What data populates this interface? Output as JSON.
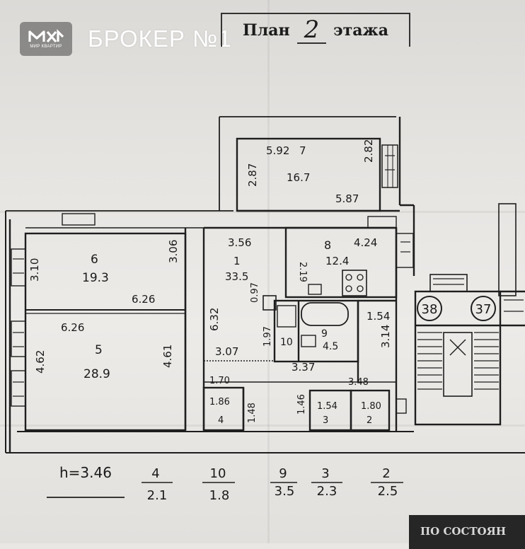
{
  "watermark": {
    "logo_text": "МИР КВАРТИР",
    "brand": "БРОКЕР №1"
  },
  "title": {
    "prefix": "План",
    "floor": "2",
    "suffix": "этажа"
  },
  "labels": {
    "r7_len": "5.92",
    "r7_num": "7",
    "r7_left": "2.87",
    "r7_right": "2.82",
    "r7_area": "16.7",
    "r7_bottom": "5.87",
    "r6_left": "3.10",
    "r6_num": "6",
    "r6_area": "19.3",
    "r6_right": "3.06",
    "r6_bottom": "6.26",
    "r5_top": "6.26",
    "r5_left": "4.62",
    "r5_num": "5",
    "r5_area": "28.9",
    "r5_right": "4.61",
    "r1_top": "3.56",
    "r1_num": "1",
    "r1_area": "33.5",
    "r1_left": "6.32",
    "r1_small": "0.97",
    "r1_mid": "2.19",
    "r1_bottom": "3.07",
    "r8_num": "8",
    "r8_len": "4.24",
    "r8_area": "12.4",
    "r9_num": "9",
    "r9_area": "4.5",
    "r10_num": "10",
    "r10_left": "1.97",
    "r9_bottom": "3.37",
    "corr_top": "1.54",
    "corr_side": "3.14",
    "r4_top": "1.70",
    "r4_w": "1.86",
    "r4_num": "4",
    "r4_side": "1.48",
    "r3_side": "1.46",
    "r3_top": "3.48",
    "r3_w": "1.54",
    "r3_num": "3",
    "r2_w": "1.80",
    "r2_num": "2",
    "stair_a": "38",
    "stair_b": "37"
  },
  "table": {
    "height": "h=3.46",
    "cols": [
      {
        "room": "4",
        "area": "2.1"
      },
      {
        "room": "10",
        "area": "1.8"
      },
      {
        "room": "9",
        "area": "3.5"
      },
      {
        "room": "3",
        "area": "2.3"
      },
      {
        "room": "2",
        "area": "2.5"
      }
    ]
  },
  "stamp": "ПО СОСТОЯН"
}
